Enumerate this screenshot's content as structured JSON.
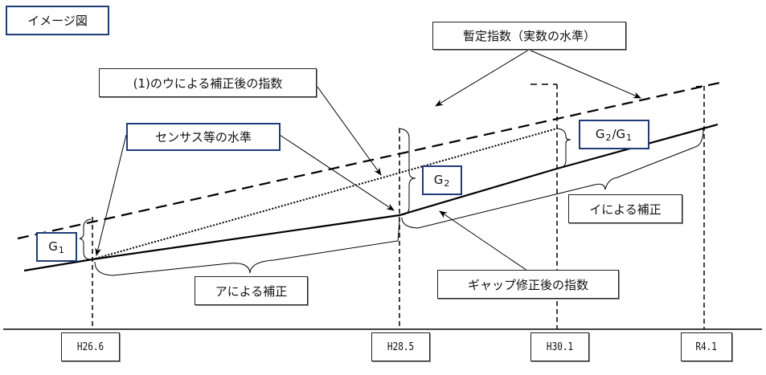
{
  "title": "イメージ図",
  "labels": {
    "provisional": "暫定指数（実数の水準）",
    "after_u": "(1)のウによる補正後の指数",
    "census": "センサス等の水準",
    "corr_a": "アによる補正",
    "corr_i": "イによる補正",
    "gap": "ギャップ修正後の指数"
  },
  "gaps": {
    "g1": {
      "main": "G",
      "sub": "1"
    },
    "g2": {
      "main": "G",
      "sub": "2"
    },
    "ratio": {
      "num": "G",
      "num_sub": "2",
      "sep": "/",
      "den": "G",
      "den_sub": "1"
    }
  },
  "axis": {
    "ticks": [
      "H26.6",
      "H28.5",
      "H30.1",
      "R4.1"
    ]
  },
  "colors": {
    "box_border_blue": "#1f3c7a",
    "line": "#000000"
  }
}
